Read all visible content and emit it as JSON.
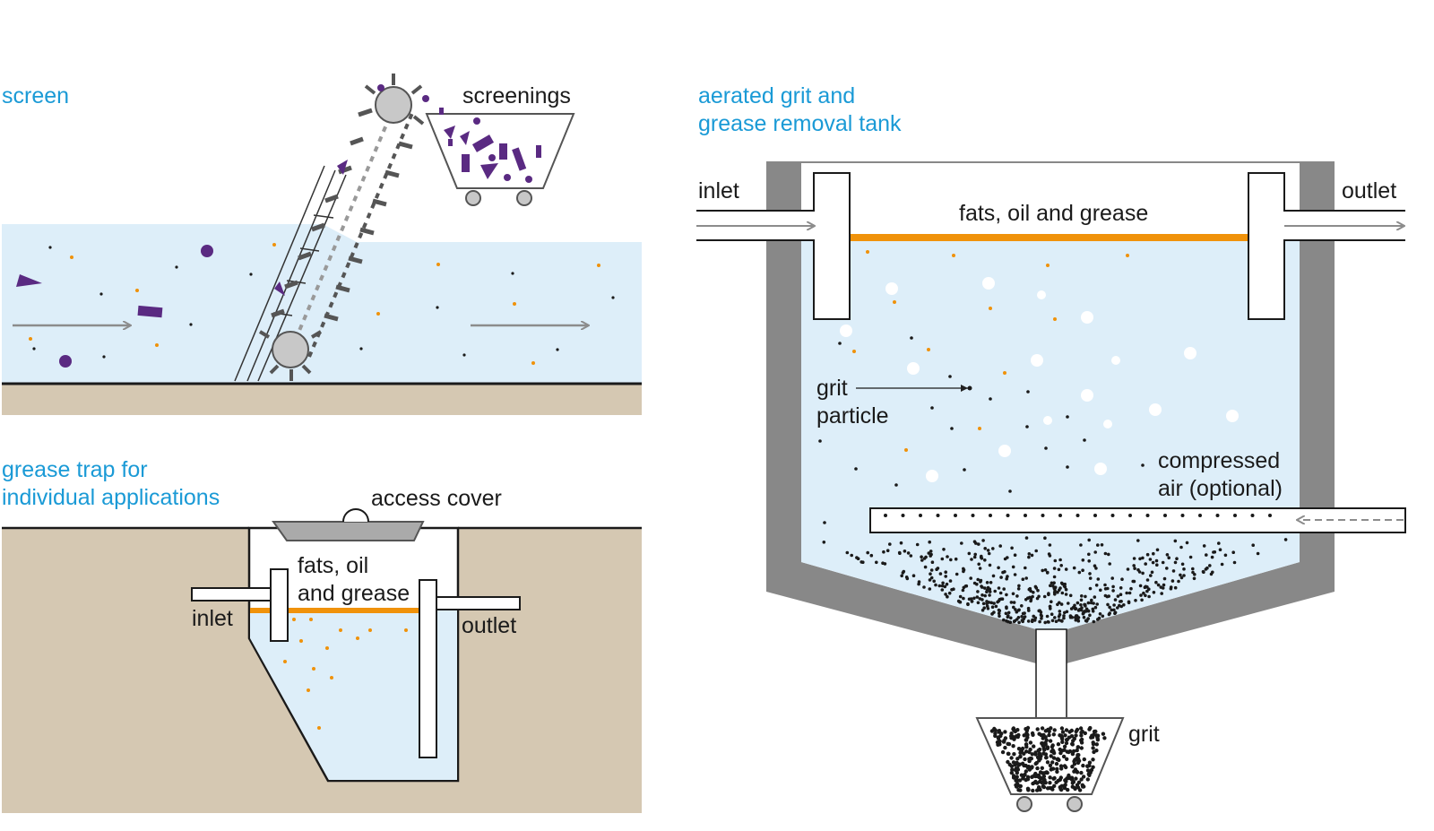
{
  "panels": {
    "screen": {
      "title": "screen",
      "screenings_label": "screenings"
    },
    "grease_trap": {
      "title_line1": "grease trap for",
      "title_line2": "individual applications",
      "access_cover_label": "access cover",
      "fog_line1": "fats, oil",
      "fog_line2": "and grease",
      "inlet_label": "inlet",
      "outlet_label": "outlet"
    },
    "grit_tank": {
      "title_line1": "aerated grit and",
      "title_line2": "grease removal tank",
      "inlet_label": "inlet",
      "outlet_label": "outlet",
      "fog_label": "fats, oil and grease",
      "grit_particle_line1": "grit",
      "grit_particle_line2": "particle",
      "air_line1": "compressed",
      "air_line2": "air (optional)",
      "grit_label": "grit"
    }
  },
  "colors": {
    "title": "#1a9ad6",
    "water": "#ddeef9",
    "ground": "#d5c8b2",
    "grease": "#f0920a",
    "screenings": "#5a2a82",
    "machine": "#c8c8c8",
    "wall": "#888888",
    "arrow": "#8c8c8c"
  }
}
